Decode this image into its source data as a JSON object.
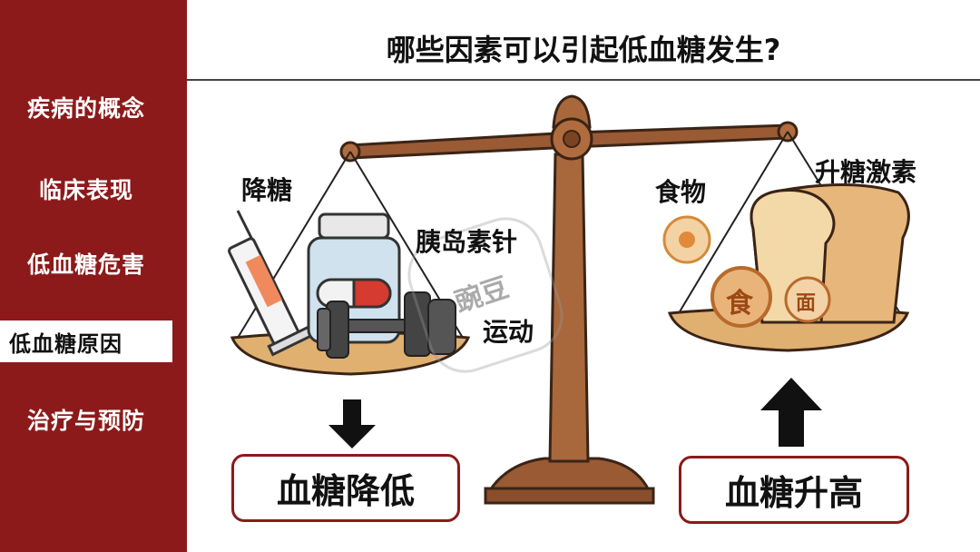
{
  "sidebar": {
    "items": [
      {
        "label": "疾病的概念",
        "active": false
      },
      {
        "label": "临床表现",
        "active": false
      },
      {
        "label": "低血糖危害",
        "active": false
      },
      {
        "label": "低血糖原因",
        "active": true
      },
      {
        "label": "治疗与预防",
        "active": false
      }
    ]
  },
  "slide": {
    "title": "哪些因素可以引起低血糖发生?",
    "left_pan": {
      "heading": "降糖",
      "insulin_label": "胰岛素针",
      "exercise_label": "运动",
      "result": "血糖降低",
      "arrow": "down"
    },
    "right_pan": {
      "food_label": "食物",
      "hormone_label": "升糖激素",
      "coin_food": "食",
      "coin_noodle": "面",
      "result": "血糖升高",
      "arrow": "up"
    },
    "watermark": "豌豆"
  },
  "colors": {
    "sidebar_bg": "#8c1a1a",
    "scale_wood": "#9a5a34",
    "pan_gold": "#e0b070",
    "box_border": "#8c1a1a"
  }
}
